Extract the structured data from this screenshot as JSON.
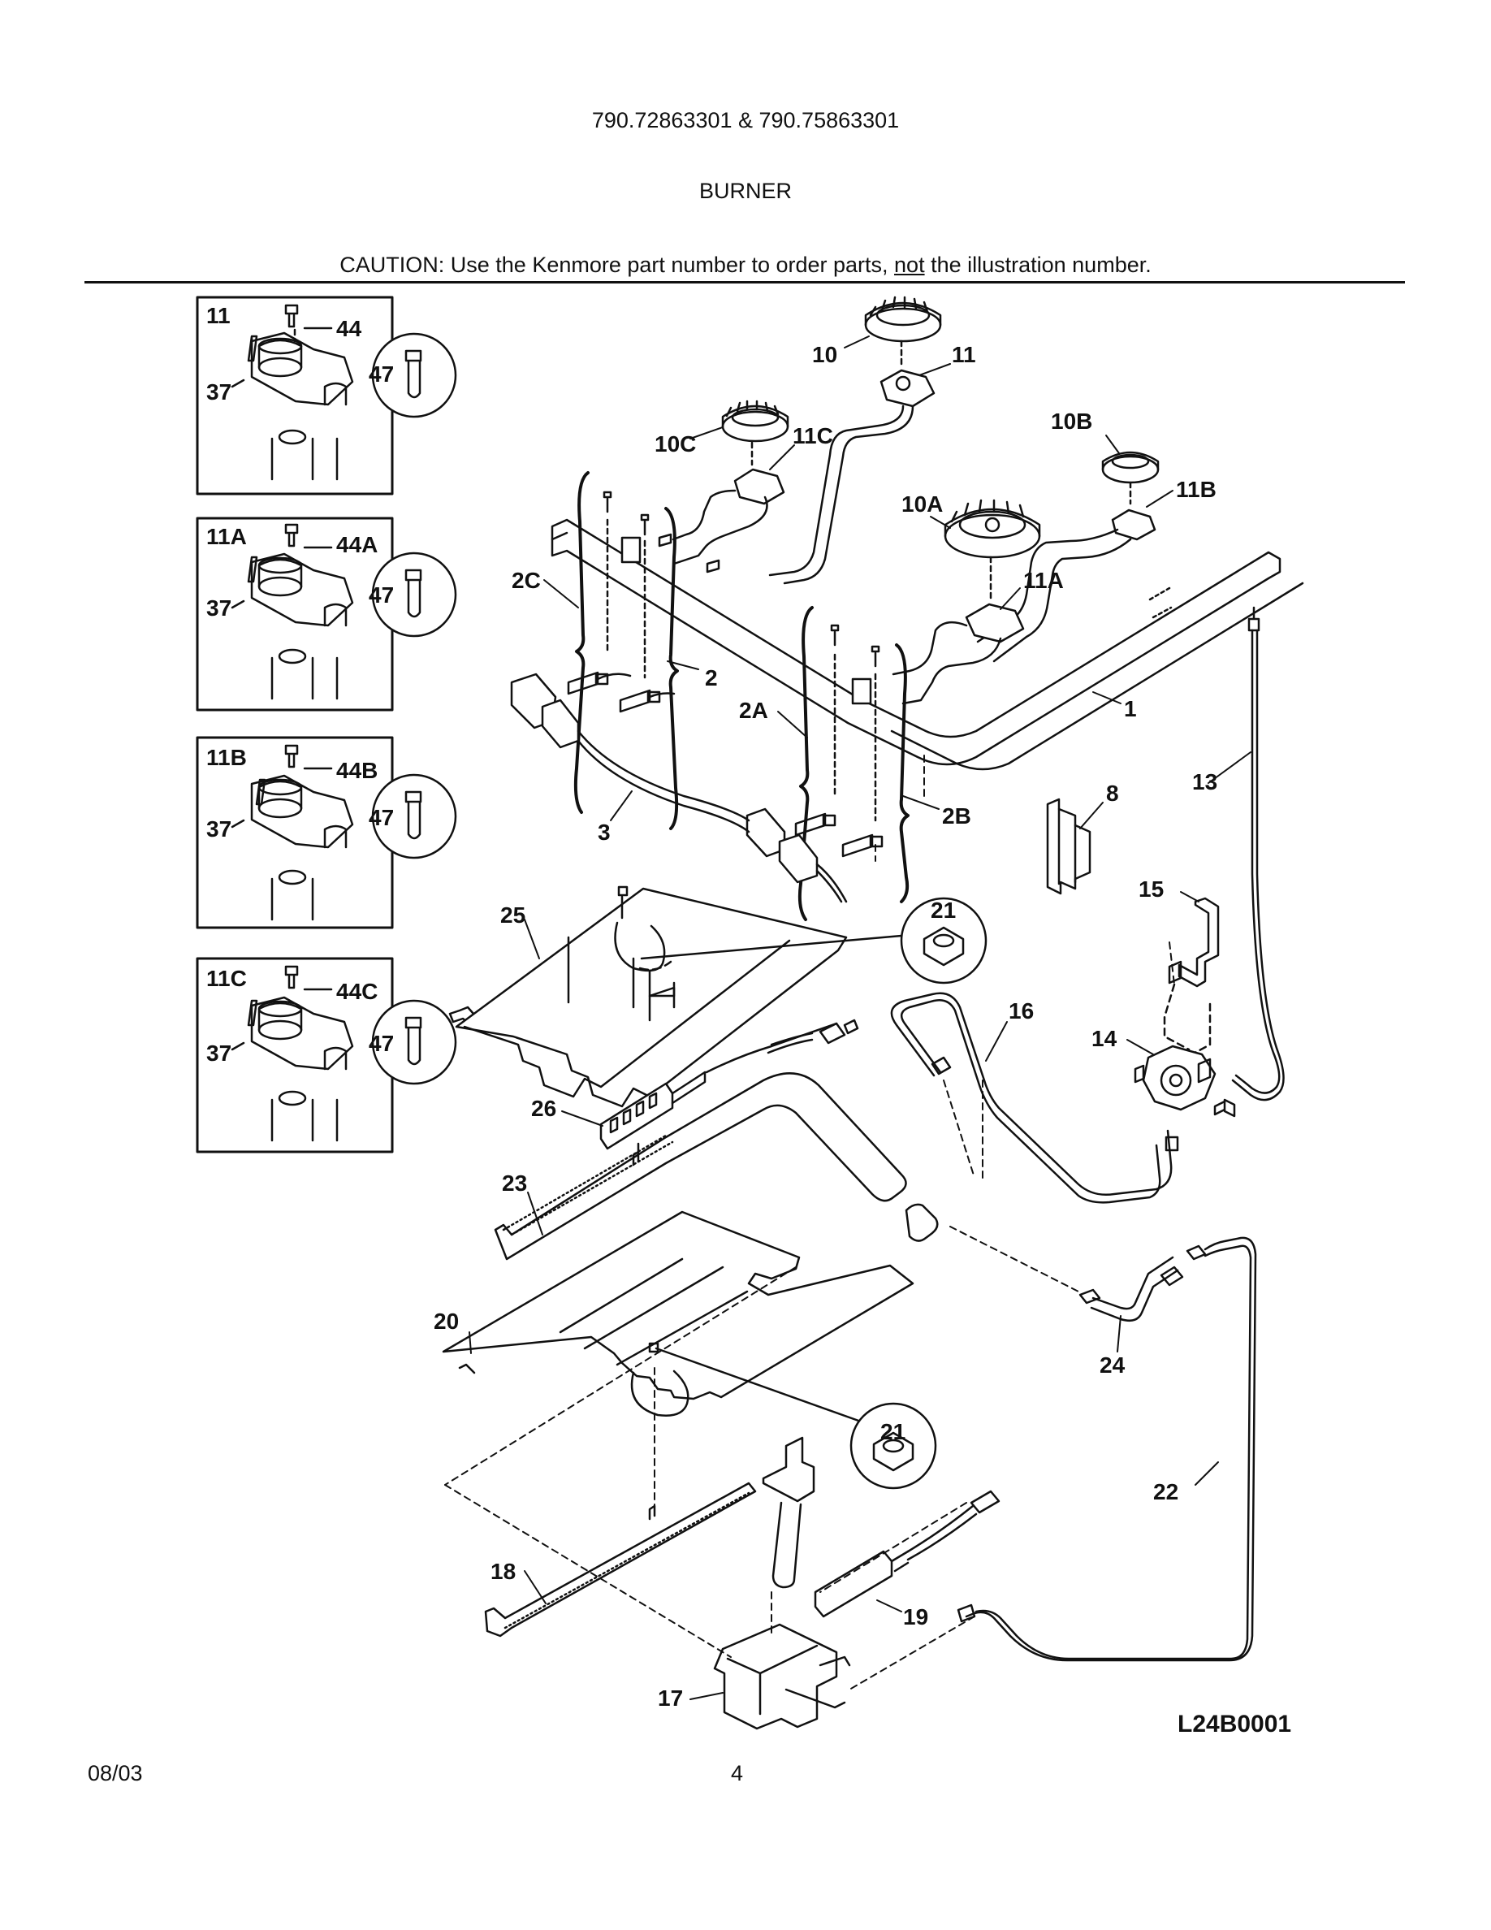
{
  "header": {
    "model": "790.72863301 & 790.75863301",
    "section": "BURNER",
    "caution_pre": "CAUTION: Use the Kenmore part number to order parts, ",
    "caution_emph": "not",
    "caution_post": " the illustration number."
  },
  "insets": [
    {
      "title": "11",
      "screw": "44",
      "bolt": "37",
      "detail": "47"
    },
    {
      "title": "11A",
      "screw": "44A",
      "bolt": "37",
      "detail": "47"
    },
    {
      "title": "11B",
      "screw": "44B",
      "bolt": "37",
      "detail": "47"
    },
    {
      "title": "11C",
      "screw": "44C",
      "bolt": "37",
      "detail": "47"
    }
  ],
  "callouts": {
    "c10": "10",
    "c11": "11",
    "c10c": "10C",
    "c11c": "11C",
    "c10b": "10B",
    "c11b": "11B",
    "c10a": "10A",
    "c11a": "11A",
    "c2c": "2C",
    "c2": "2",
    "c2a": "2A",
    "c2b": "2B",
    "c1": "1",
    "c3": "3",
    "c8": "8",
    "c13": "13",
    "c15": "15",
    "c25": "25",
    "c21a": "21",
    "c16": "16",
    "c14": "14",
    "c26": "26",
    "c23": "23",
    "c20": "20",
    "c24": "24",
    "c21b": "21",
    "c22": "22",
    "c18": "18",
    "c19": "19",
    "c17": "17"
  },
  "footer": {
    "ref": "L24B0001",
    "date": "08/03",
    "page": "4"
  }
}
